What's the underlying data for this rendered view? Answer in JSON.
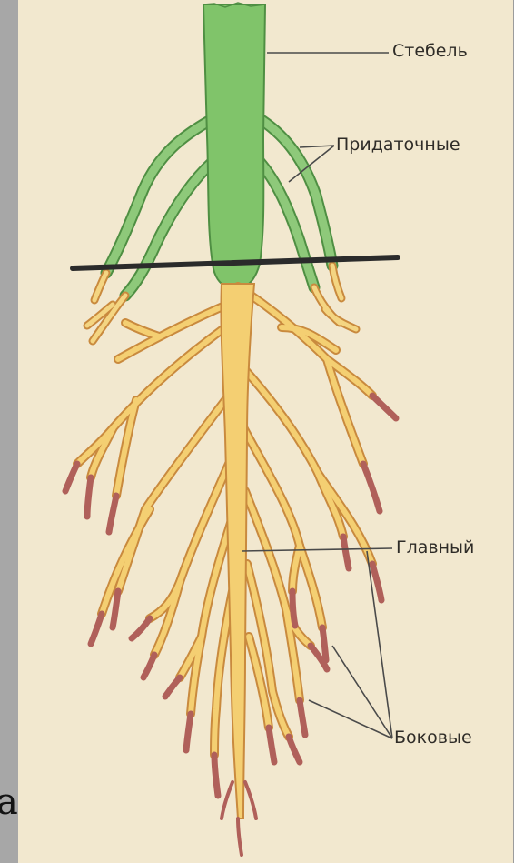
{
  "diagram": {
    "labels": {
      "stem": "Стебель",
      "adventitious": "Придаточные",
      "main": "Главный",
      "lateral": "Боковые"
    },
    "cropped_text": "a"
  },
  "colors": {
    "background": "#9c9c9c",
    "panel": "#f2e8cf",
    "stem": "#80c46a",
    "stem_outline": "#4f8f43",
    "root": "#f4cf72",
    "root_outline": "#c98a3e",
    "root_tip": "#b0605a",
    "soil_line": "#2b2b2b",
    "leader": "#4a4a4a"
  }
}
